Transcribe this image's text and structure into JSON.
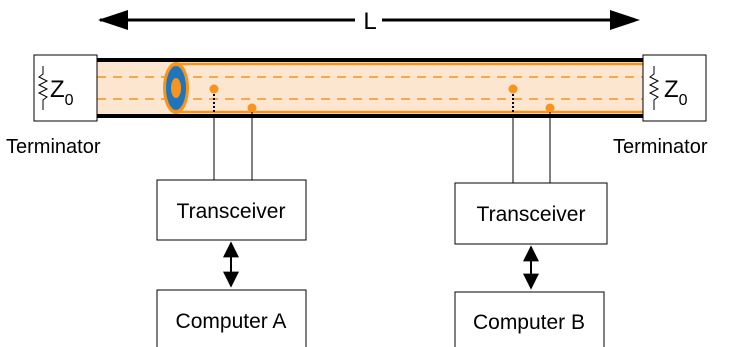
{
  "length_label": "L",
  "terminators": {
    "left": {
      "label": "Terminator",
      "impedance_symbol": "Z",
      "impedance_subscript": "0"
    },
    "right": {
      "label": "Terminator",
      "impedance_symbol": "Z",
      "impedance_subscript": "0"
    }
  },
  "transceivers": [
    {
      "label": "Transceiver"
    },
    {
      "label": "Transceiver"
    }
  ],
  "computers": [
    {
      "label": "Computer A"
    },
    {
      "label": "Computer B"
    }
  ],
  "colors": {
    "cable_fill": "#fde6cf",
    "cable_accent": "#f7941d",
    "cable_core": "#1f75bc",
    "line": "#000000"
  },
  "icons": [
    "resistor-icon",
    "double-arrow-icon"
  ]
}
